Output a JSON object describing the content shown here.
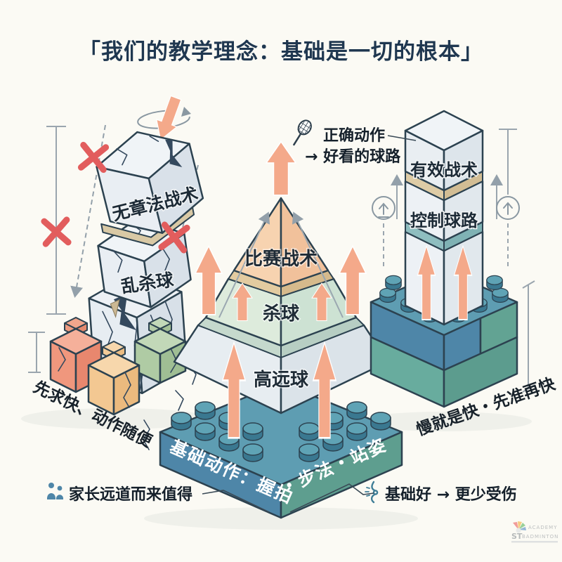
{
  "title": "「我们的教学理念：基础是一切的根本」",
  "left_tower": {
    "block1": "无章法战术",
    "block2": "乱杀球",
    "caption": "先求快、动作随便"
  },
  "pyramid": {
    "tier1": "比赛战术",
    "tier2": "杀球",
    "tier3": "高远球",
    "base_left": "基础动作：握拍",
    "base_right": "・步法・站姿"
  },
  "right_tower": {
    "block1": "有效战术",
    "block2": "控制球路",
    "caption": "慢就是快・先准再快"
  },
  "annotations": {
    "top_line1": "正确动作",
    "top_line2": "→ 好看的球路",
    "bottom_left": "家长远道而来值得",
    "bottom_right": "基础好 → 更少受伤"
  },
  "logo": {
    "line1": "ACADEMY",
    "line2": "ST",
    "line3": "BADMINTON"
  },
  "colors": {
    "background": "#FBFAF4",
    "title": "#1F3750",
    "accent_arrow": "#F4A98A",
    "error_x": "#E25D5D",
    "base_blue": "#4E86A8",
    "base_green": "#5E9E8F",
    "block_gray": "#E9EEF3",
    "tier_peach": "#F7D3B0",
    "tier_green": "#DDEBDC",
    "tier_gray": "#E7EDF1"
  }
}
